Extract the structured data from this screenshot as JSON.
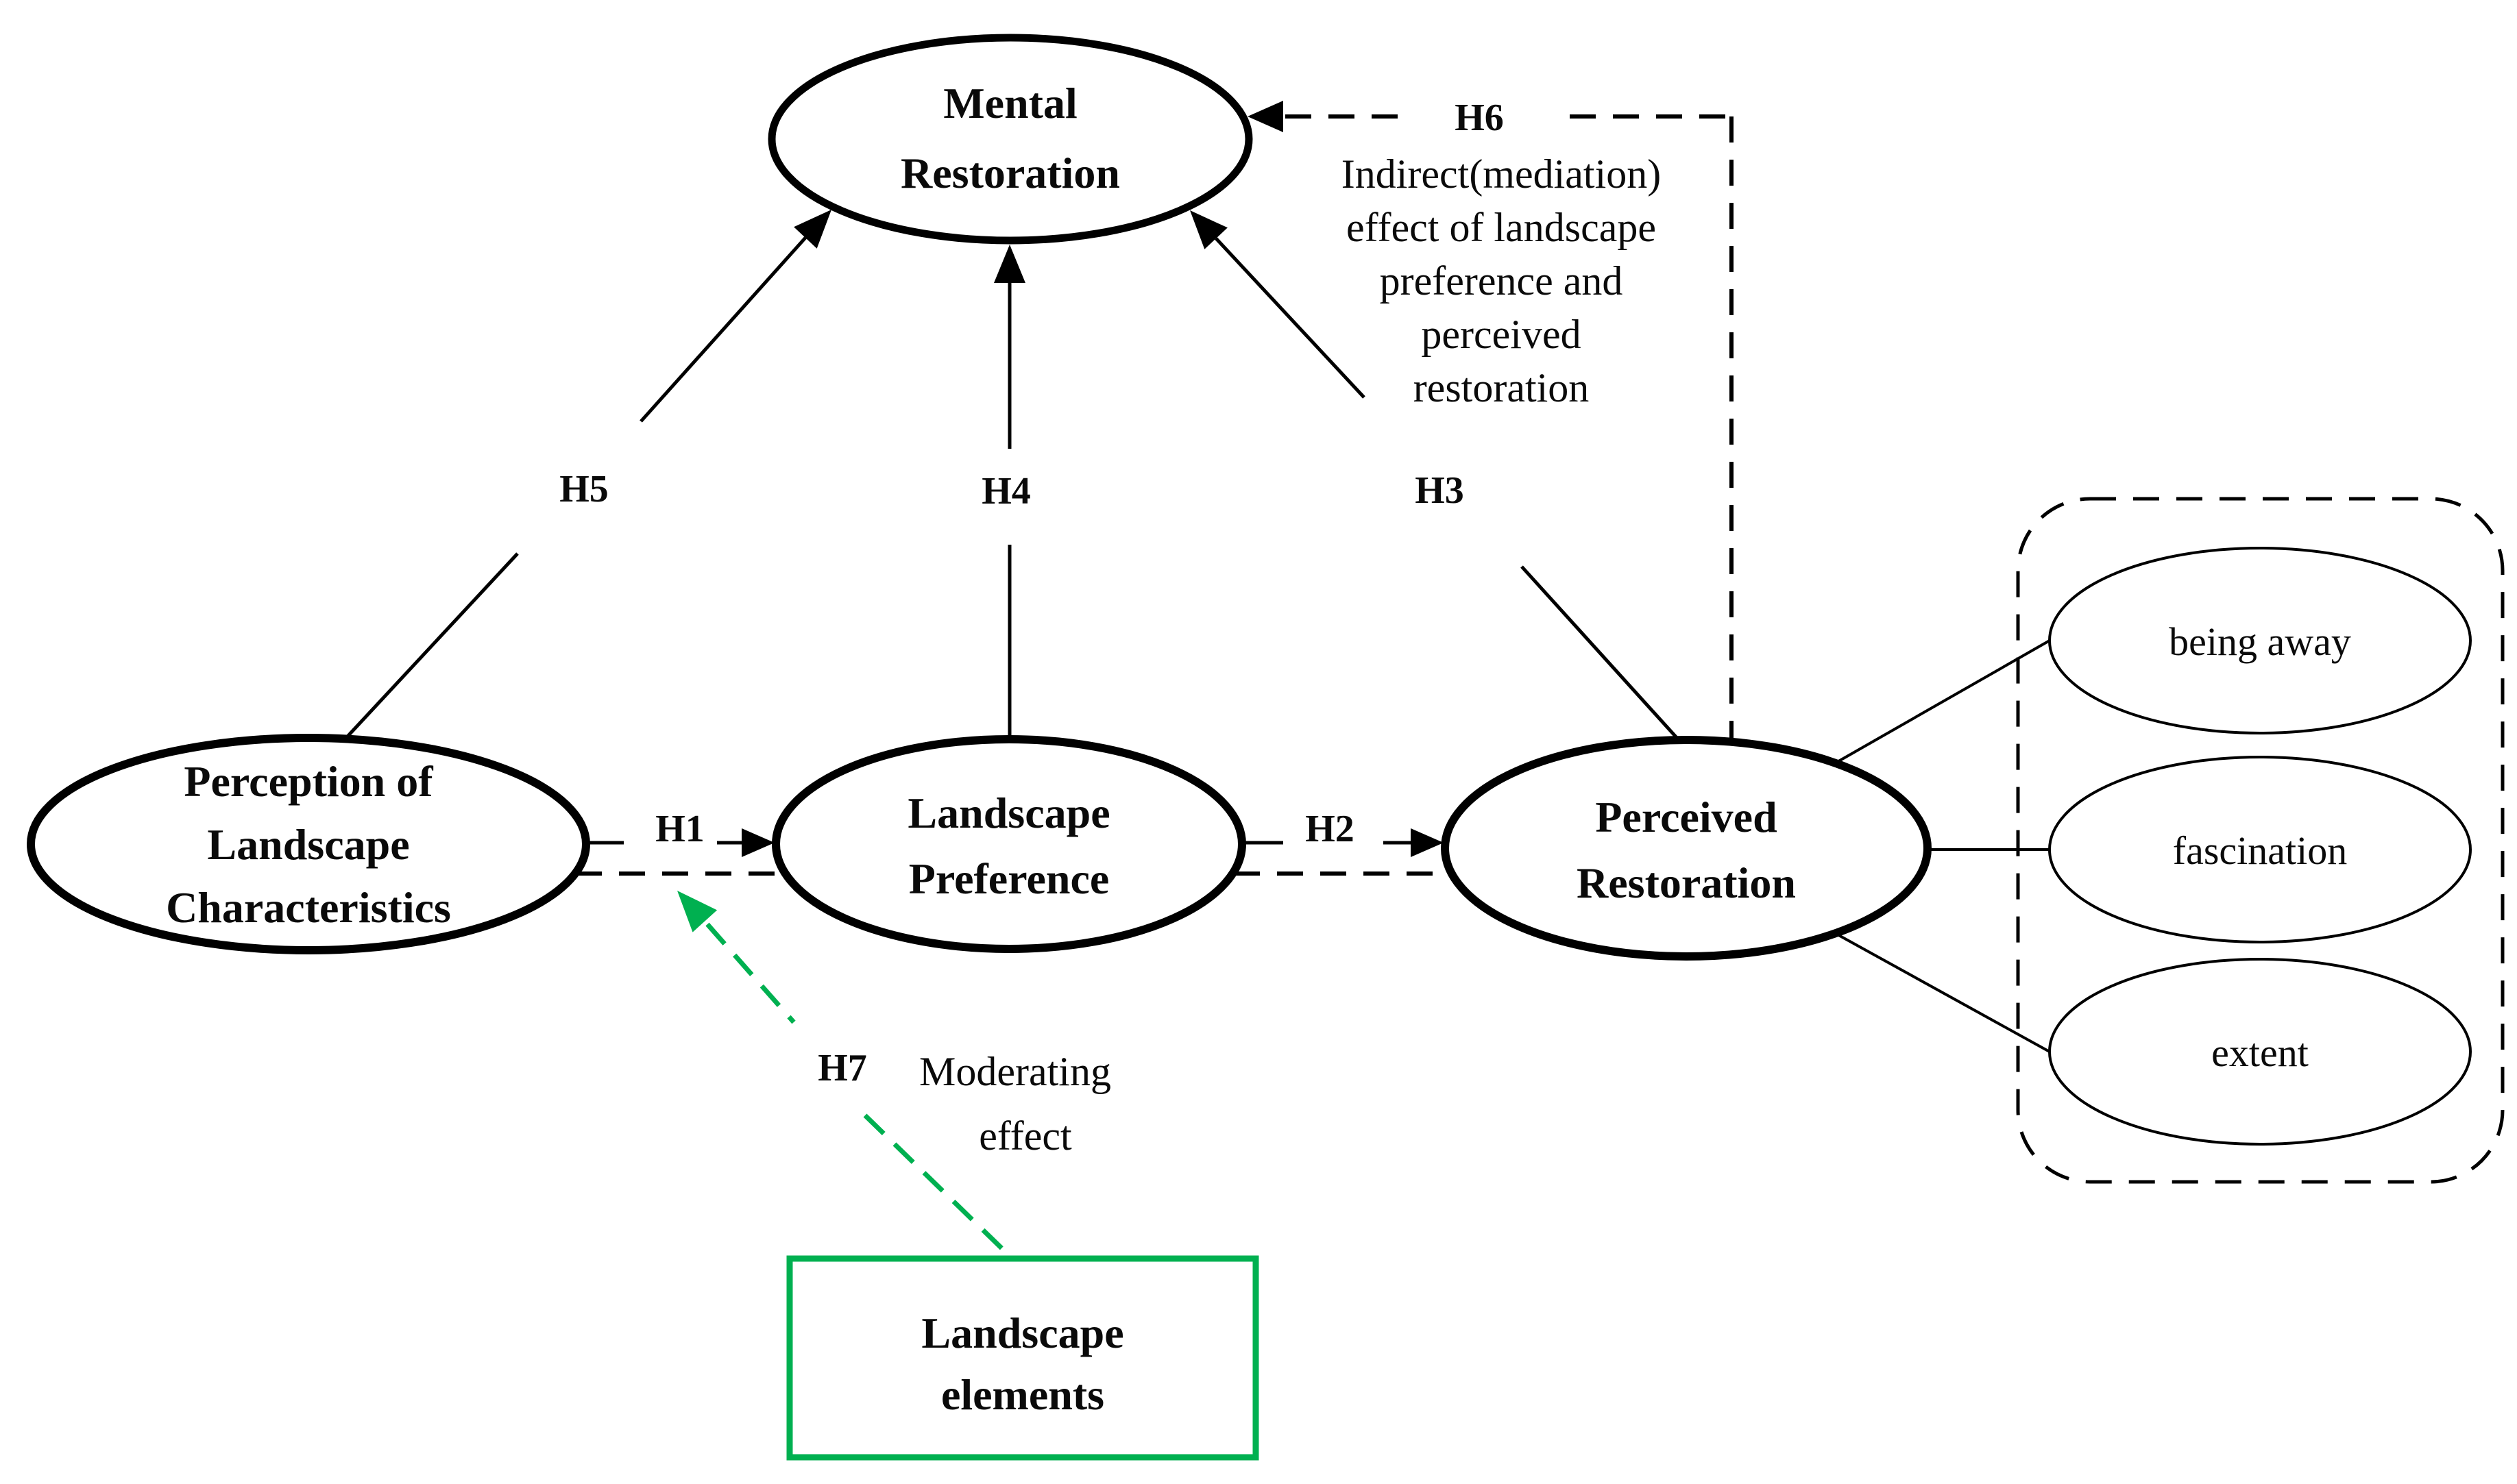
{
  "figure": {
    "nodes": {
      "mental": {
        "lines": [
          "Mental",
          "Restoration"
        ]
      },
      "perception": {
        "lines": [
          "Perception of",
          "Landscape",
          "Characteristics"
        ]
      },
      "preference": {
        "lines": [
          "Landscape",
          "Preference"
        ]
      },
      "perceived": {
        "lines": [
          "Perceived",
          "Restoration"
        ]
      },
      "elements_box": {
        "lines": [
          "Landscape",
          "elements"
        ]
      }
    },
    "indicators": {
      "items": [
        "being away",
        "fascination",
        "extent"
      ]
    },
    "hypotheses": {
      "h1": "H1",
      "h2": "H2",
      "h3": "H3",
      "h4": "H4",
      "h5": "H5",
      "h6": "H6",
      "h7": "H7"
    },
    "notes": {
      "h6_mediation": {
        "lines": [
          "Indirect(mediation)",
          "effect of landscape",
          "preference and",
          "perceived",
          "restoration"
        ]
      },
      "h7_moderation": {
        "lines": [
          "Moderating",
          "effect"
        ]
      }
    },
    "colors": {
      "moderator_green": "#00B050",
      "diagram_black": "#000000",
      "background": "#FFFFFF"
    }
  }
}
